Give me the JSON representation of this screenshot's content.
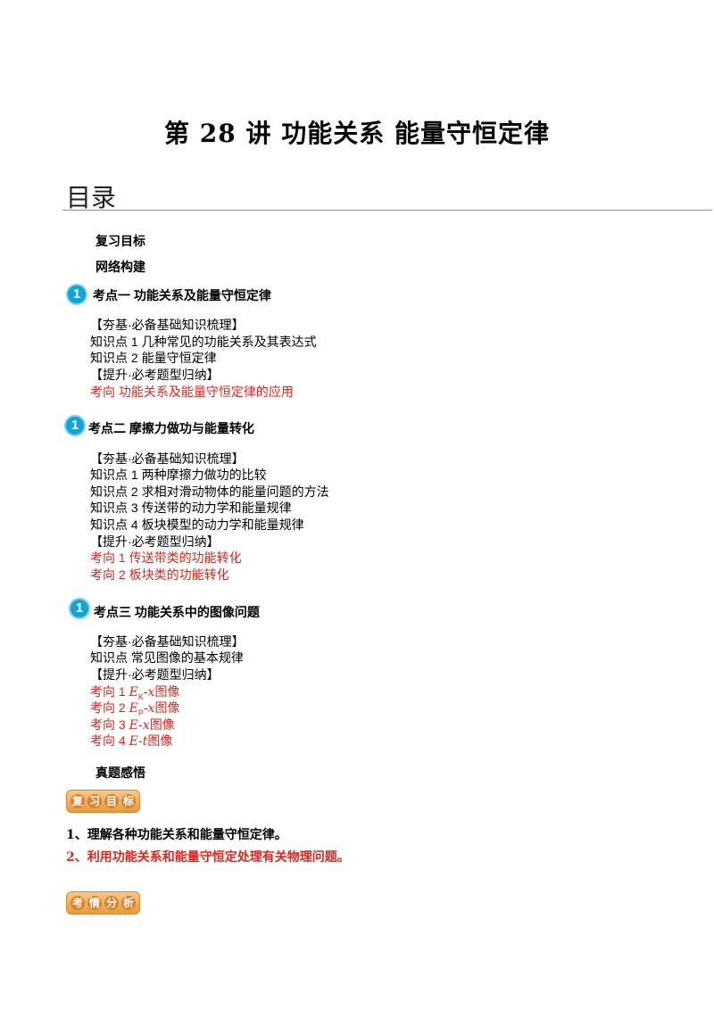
{
  "title": "第 28 讲  功能关系  能量守恒定律",
  "toc_heading": "目录",
  "toc": {
    "review_goals": "复习目标",
    "network": "网络构建",
    "marker": "1",
    "sections": [
      {
        "heading": "考点一    功能关系及能量守恒定律",
        "foundation": "【夯基·必备基础知识梳理】",
        "knowledge": [
          "知识点 1  几种常见的功能关系及其表达式",
          "知识点 2  能量守恒定律"
        ],
        "improve": "【提升·必考题型归纳】",
        "directions": [
          "考向  功能关系及能量守恒定律的应用"
        ]
      },
      {
        "heading": "考点二    摩擦力做功与能量转化",
        "foundation": "【夯基·必备基础知识梳理】",
        "knowledge": [
          "知识点 1  两种摩擦力做功的比较",
          "知识点 2  求相对滑动物体的能量问题的方法",
          "知识点 3  传送带的动力学和能量规律",
          "知识点 4  板块模型的动力学和能量规律"
        ],
        "improve": "【提升·必考题型归纳】",
        "directions": [
          "考向 1  传送带类的功能转化",
          "考向 2  板块类的功能转化"
        ]
      },
      {
        "heading": "考点三  功能关系中的图像问题",
        "foundation": "【夯基·必备基础知识梳理】",
        "knowledge": [
          "知识点  常见图像的基本规律"
        ],
        "improve": "【提升·必考题型归纳】",
        "directions_prefix": [
          "考向 1  ",
          "考向 2  ",
          "考向 3  ",
          "考向 4  "
        ],
        "directions_var": [
          "E",
          "E",
          "E-x",
          "E-t"
        ],
        "directions_sub": [
          "K",
          "P",
          "",
          ""
        ],
        "directions_suffix": [
          "-x",
          "-x",
          "",
          ""
        ],
        "directions_word": "图像"
      }
    ],
    "real_exam": "真题感悟"
  },
  "badge_review": [
    "复",
    "习",
    "目",
    "标"
  ],
  "goals": [
    "1、理解各种功能关系和能量守恒定律。",
    "2、利用功能关系和能量守恒定处理有关物理问题。"
  ],
  "badge_analysis": [
    "考",
    "情",
    "分",
    "析"
  ],
  "colors": {
    "red": "#e8211a",
    "marker": "#10a5d8",
    "rule": "#5b9bd5",
    "badge": "#e99a3a"
  }
}
